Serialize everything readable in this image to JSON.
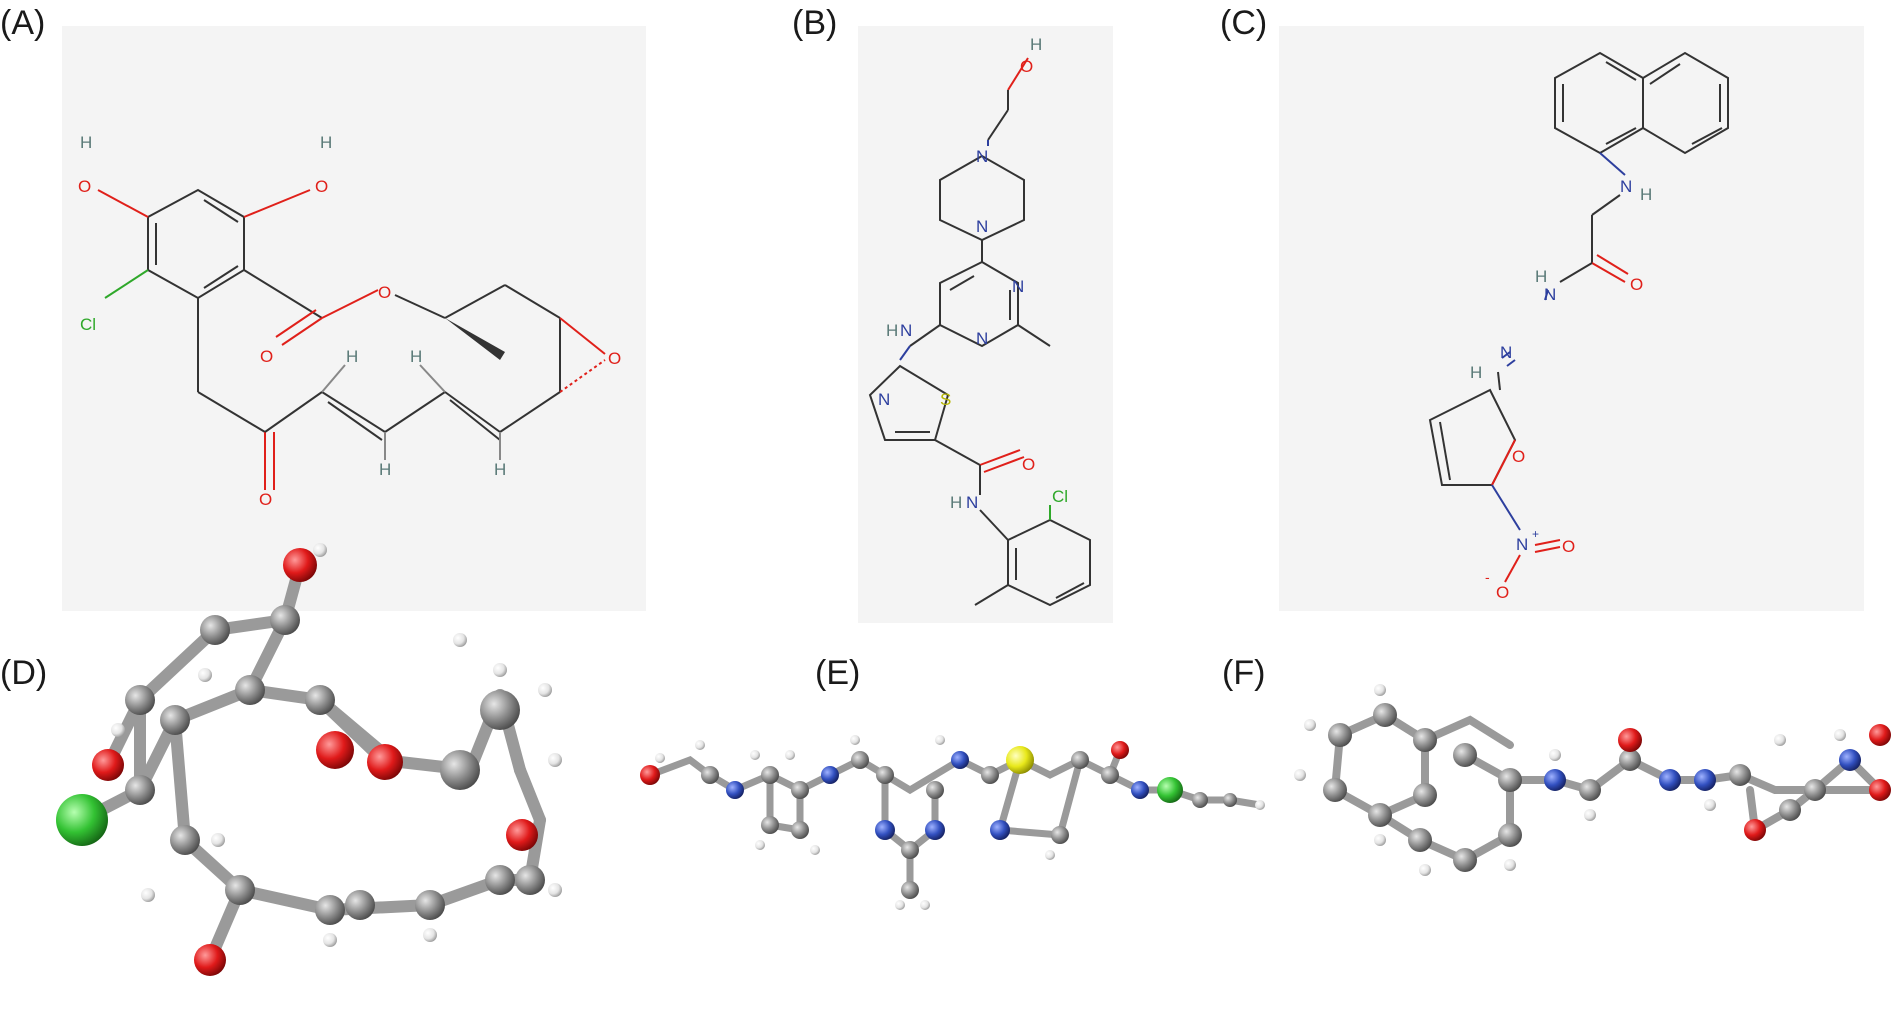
{
  "panels": {
    "a": {
      "label": "(A)"
    },
    "b": {
      "label": "(B)"
    },
    "c": {
      "label": "(C)"
    },
    "d": {
      "label": "(D)"
    },
    "e": {
      "label": "(E)"
    },
    "f": {
      "label": "(F)"
    }
  },
  "atoms": {
    "H": "H",
    "O": "O",
    "Cl": "Cl",
    "N": "N",
    "S": "S",
    "plus": "+",
    "minus": "-"
  },
  "colors": {
    "panel_bg": "#f4f4f4",
    "bond": "#333333",
    "oxygen": "#e0201a",
    "nitrogen": "#2d3f9e",
    "chlorine": "#2fa82a",
    "sulfur": "#b6b600",
    "hydrogen_label": "#5a7a78",
    "carbon_ball": "#8c8c8c",
    "oxygen_ball": "#e01a1a",
    "nitrogen_ball": "#3250c0",
    "chlorine_ball": "#33c233",
    "sulfur_ball": "#e8e81a",
    "hydrogen_ball": "#f0f0f0"
  }
}
